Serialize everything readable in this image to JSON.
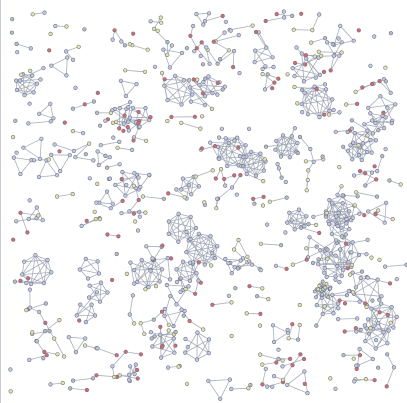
{
  "diagram": {
    "type": "network-graph",
    "background": "#ffffff",
    "edge_color": "#9aa1b0",
    "node_colors": {
      "lavender": "#c4c8e6",
      "red": "#d9686f",
      "yellow": "#e6e4a0",
      "gray": "#b7bccb"
    },
    "components": {
      "dense_cluster_count": 1,
      "clique_like_clusters": 38,
      "triangles": 34,
      "pairs": 110,
      "chains": 40,
      "isolated_nodes": 150
    }
  }
}
